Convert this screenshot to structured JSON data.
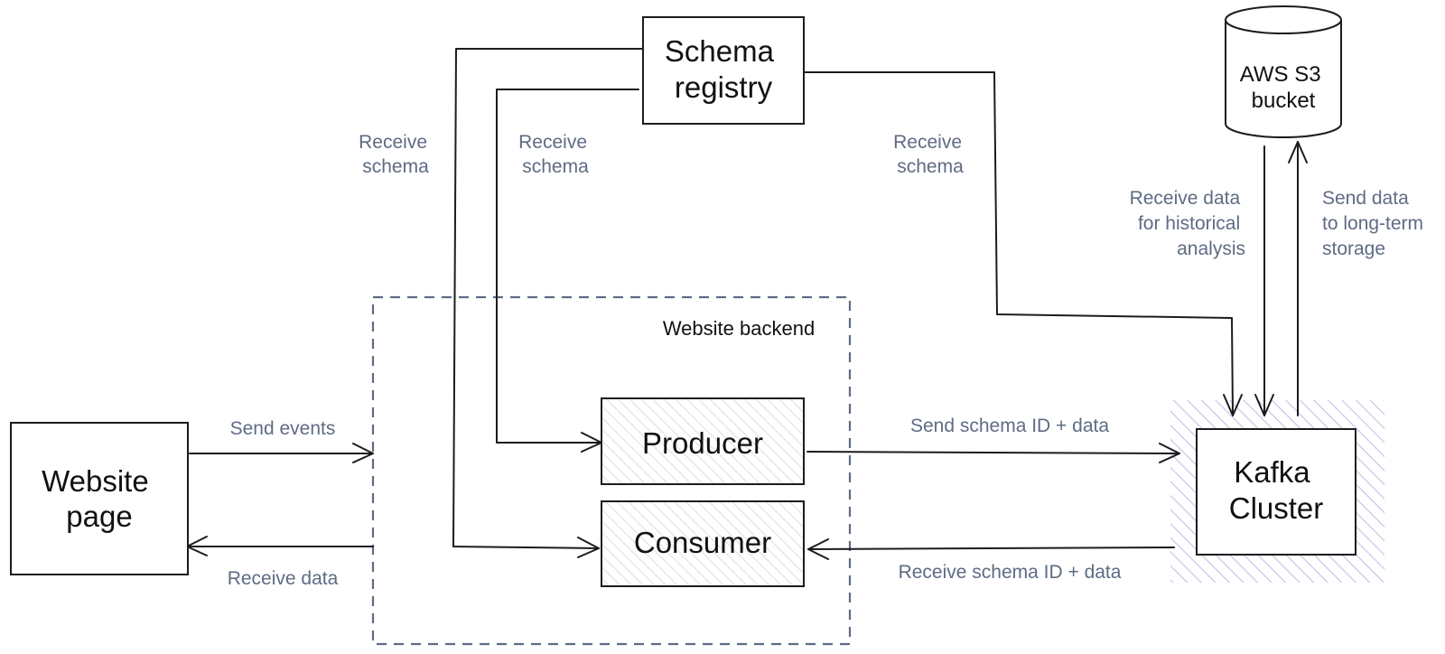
{
  "nodes": {
    "website_page": [
      "Website",
      "page"
    ],
    "schema_registry": [
      "Schema",
      "registry"
    ],
    "aws_s3": [
      "AWS S3",
      "bucket"
    ],
    "producer": "Producer",
    "consumer": "Consumer",
    "kafka": [
      "Kafka",
      "Cluster"
    ]
  },
  "group": {
    "website_backend": "Website backend"
  },
  "edge_labels": {
    "send_events": "Send events",
    "receive_data": "Receive data",
    "receive_schema_consumer": [
      "Receive",
      "schema"
    ],
    "receive_schema_producer": [
      "Receive",
      "schema"
    ],
    "receive_schema_kafka": [
      "Receive",
      "schema"
    ],
    "receive_data_historical": [
      "Receive data",
      "for historical",
      "analysis"
    ],
    "send_data_storage": [
      "Send data",
      "to long-term",
      "storage"
    ],
    "send_schema_id_data": "Send schema ID + data",
    "receive_schema_id_data": "Receive schema ID + data"
  },
  "colors": {
    "stroke": "#1c1c1c",
    "label": "#5f6b84",
    "group_border": "#5f6b84",
    "hatch": "#b9bde3"
  }
}
